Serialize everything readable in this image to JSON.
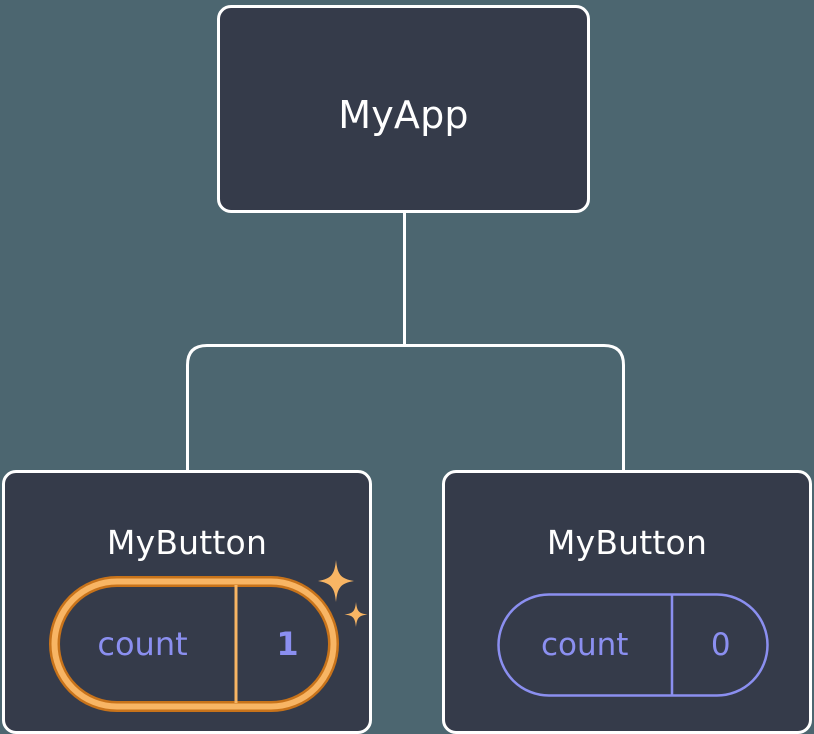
{
  "diagram": {
    "type": "component-tree",
    "background_color": "#4c6670",
    "node_fill": "#353b4a",
    "node_border": "#ffffff",
    "connector_color": "#ffffff",
    "highlight_outer_color": "#c8731a",
    "highlight_inner_color": "#f8b564",
    "state_text_color": "#8b8ff0",
    "sparkle_color": "#f8b564"
  },
  "root": {
    "label": "MyApp"
  },
  "children": [
    {
      "label": "MyButton",
      "state": {
        "key": "count",
        "value": "1"
      },
      "highlighted": true,
      "sparkles": 2
    },
    {
      "label": "MyButton",
      "state": {
        "key": "count",
        "value": "0"
      },
      "highlighted": false,
      "sparkles": 0
    }
  ]
}
